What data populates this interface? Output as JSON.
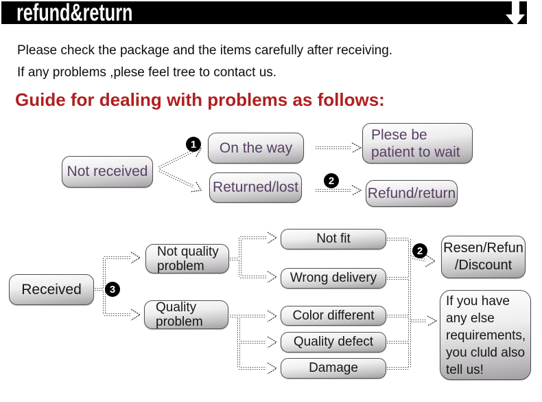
{
  "header": {
    "title": "refund&return"
  },
  "icons": {
    "down_arrow": "down-arrow"
  },
  "colors": {
    "header_bg": "#000000",
    "heading_red": "#b01f1f",
    "node_text_purple": "#573f63",
    "node_text_dark": "#161616",
    "node_border": "#4e4e4e"
  },
  "intro": {
    "line1": "Please check the package and the items carefully after receiving.",
    "line2": "If any problems ,plese feel tree to contact us."
  },
  "guide_heading": "Guide for dealing with problems as follows:",
  "flow_top": {
    "badge_1": "1",
    "badge_2": "2",
    "not_received": "Not received",
    "on_the_way": "On the way",
    "returned_lost": "Returned/lost",
    "patient_wait": "Plese be\npatient to wait",
    "refund_return": "Refund/return"
  },
  "flow_bottom": {
    "badge_3": "3",
    "badge_2": "2",
    "received": "Received",
    "not_quality_problem": "Not quality\nproblem",
    "quality_problem": "Quality\nproblem",
    "not_fit": "Not fit",
    "wrong_delivery": "Wrong delivery",
    "color_different": "Color different",
    "quality_defect": "Quality defect",
    "damage": "Damage",
    "resend_refund_discount": "Resen/Refun\n/Discount",
    "more_requirements": "If you have\nany else\nrequirements,\nyou cluld also\ntell us!"
  }
}
